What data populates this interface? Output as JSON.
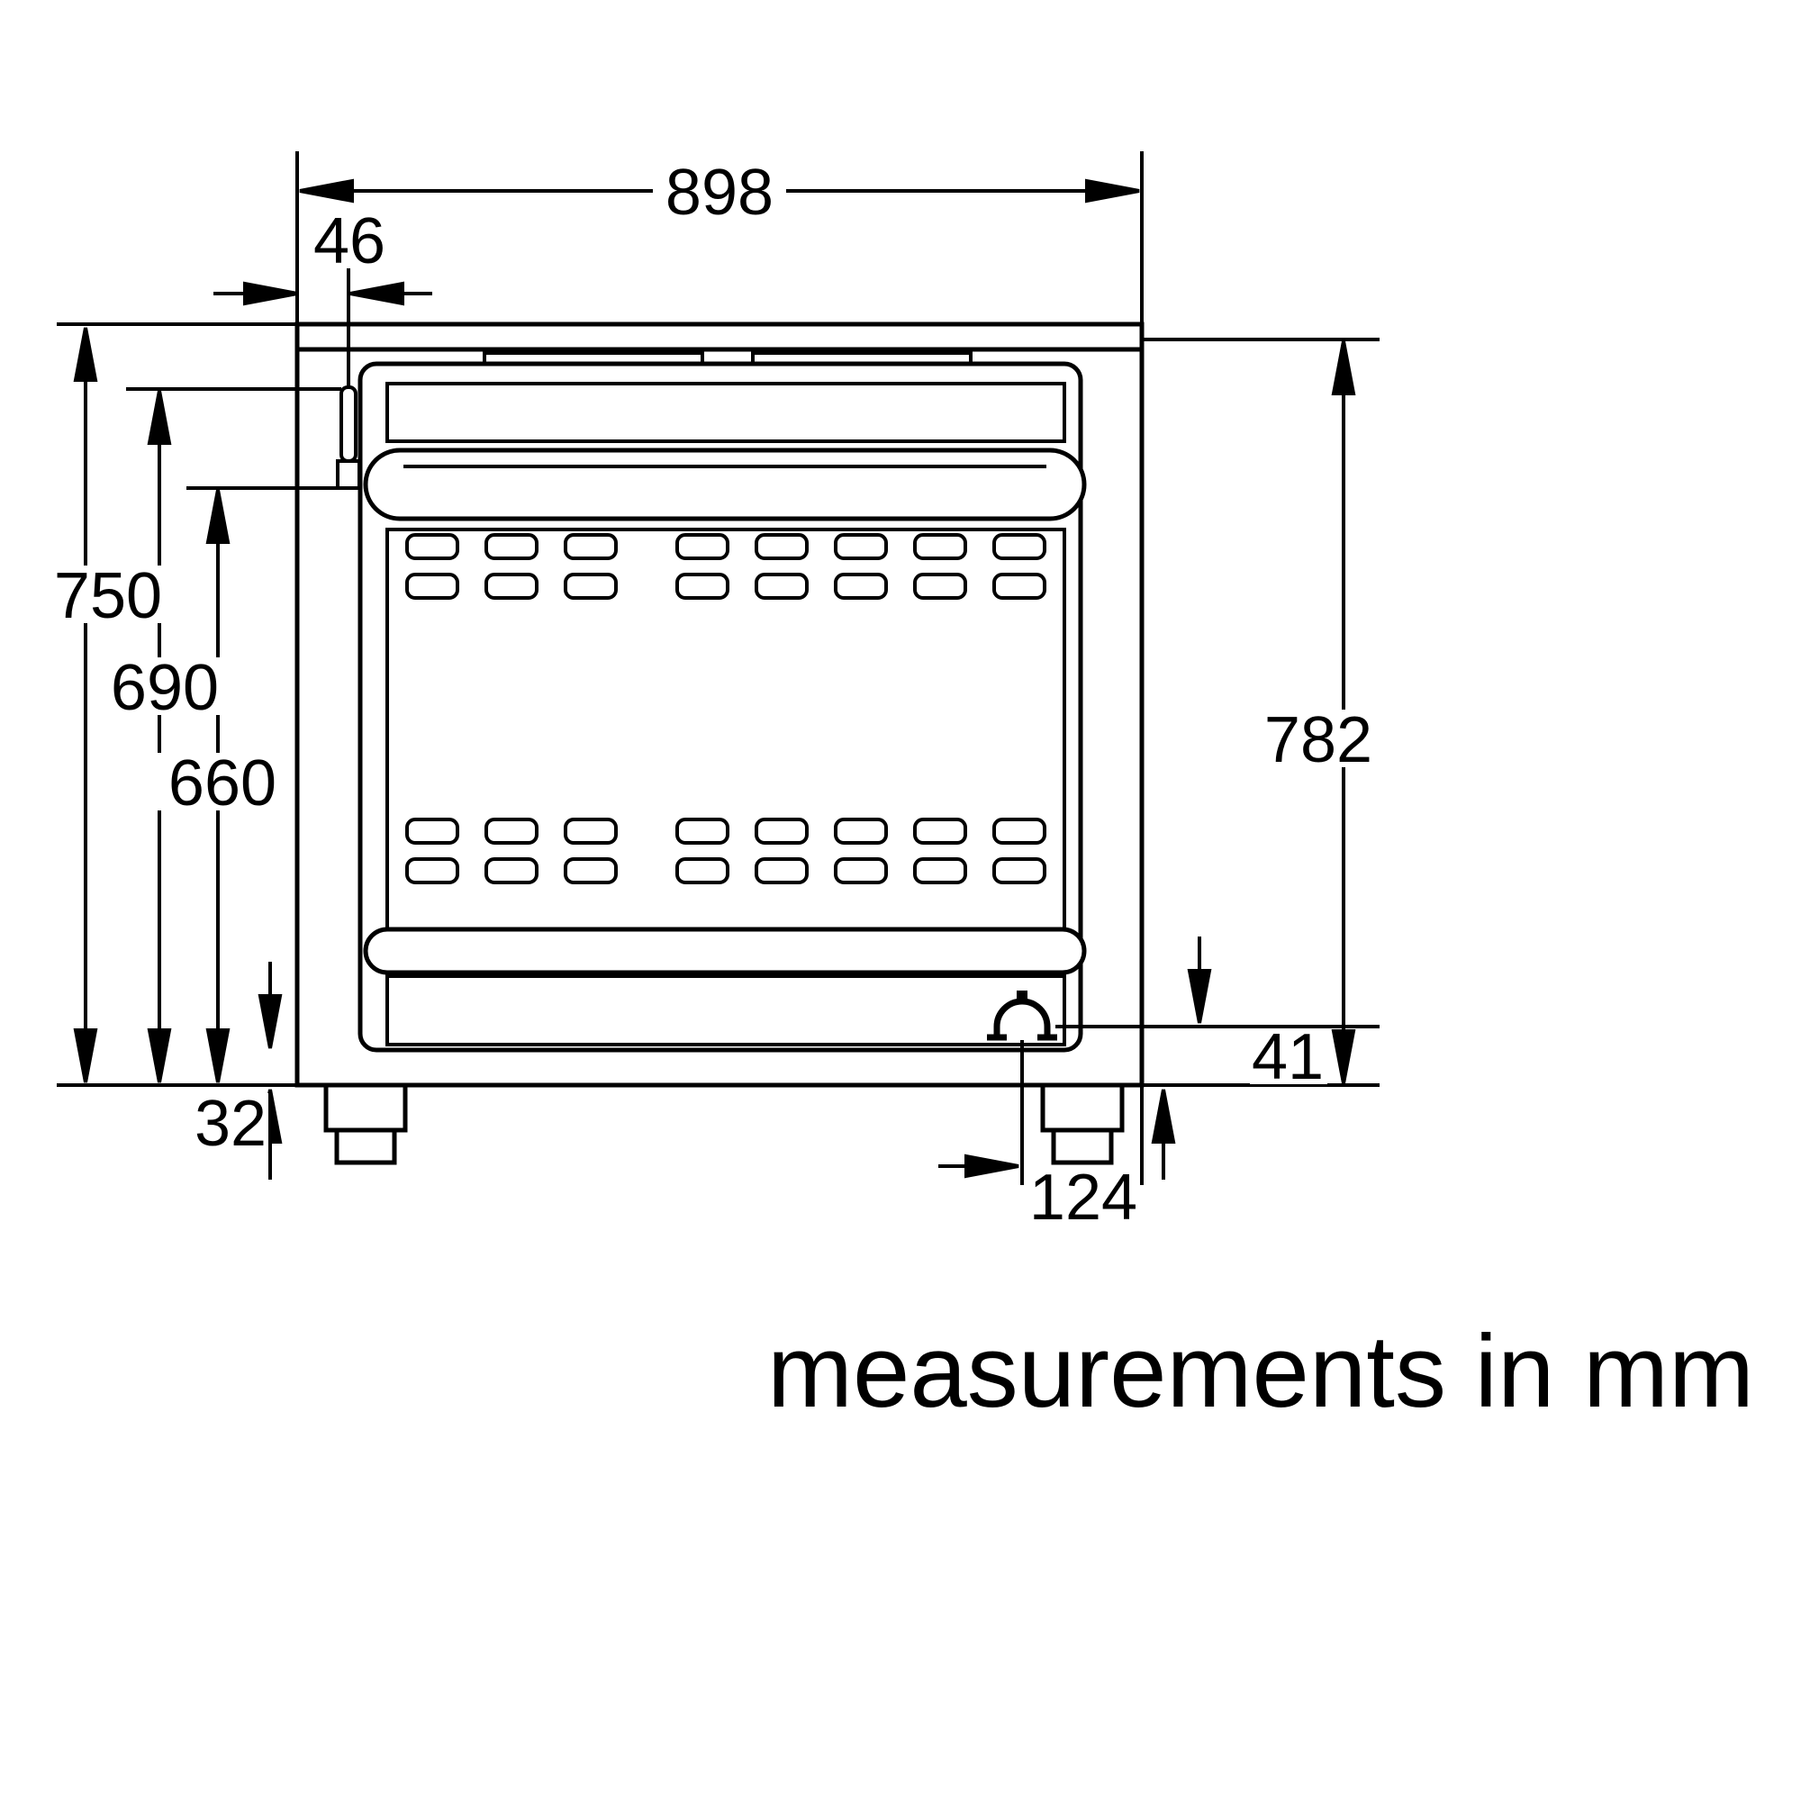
{
  "diagram": {
    "note": "measurements in mm",
    "colors": {
      "line": "#000000",
      "background": "#ffffff"
    },
    "dims": {
      "overall_width": "898",
      "inset_left": "46",
      "height_overall_left": "750",
      "height_upper": "690",
      "height_lower": "660",
      "height_overall_right": "782",
      "gas_inlet_height": "41",
      "base_clearance": "32",
      "gas_inlet_offset": "124"
    }
  }
}
